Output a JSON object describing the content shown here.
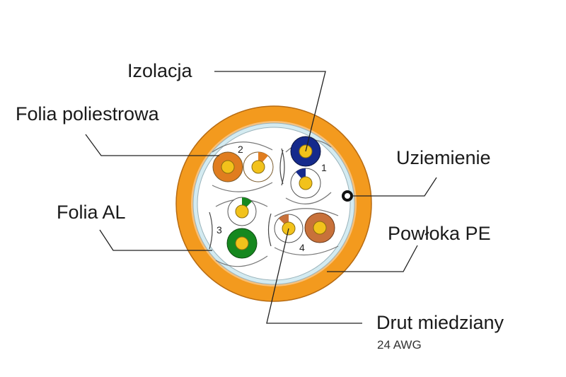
{
  "labels": {
    "izolacja": "Izolacja",
    "folia_poliestrowa": "Folia poliestrowa",
    "folia_al": "Folia AL",
    "uziemienie": "Uziemienie",
    "powloka": "Powłoka PE",
    "drut": "Drut miedziany",
    "drut_spec": "24 AWG"
  },
  "pairs": [
    "1",
    "2",
    "3",
    "4"
  ],
  "colors": {
    "jacket": "#F39A1E",
    "inner_sheath": "#F7C07A",
    "al_foil": "#D4EBF1",
    "copper": "#F2C21B",
    "pair1": "#152A8C",
    "pair2": "#E07D1F",
    "pair3": "#16881F",
    "pair4": "#C8713A",
    "drain": "#111111"
  }
}
